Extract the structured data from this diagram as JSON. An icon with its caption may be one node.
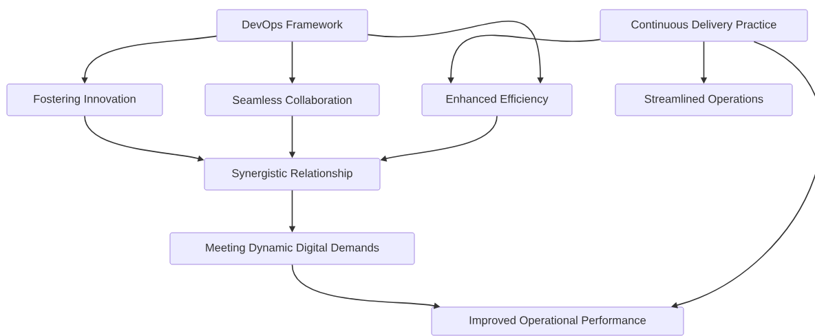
{
  "diagram": {
    "nodes": [
      {
        "text": [
          "DevOps Framework"
        ]
      },
      {
        "text": [
          "Continuous Delivery Practice"
        ]
      },
      {
        "text": [
          "Fostering Innovation"
        ]
      },
      {
        "text": [
          "Seamless Collaboration"
        ]
      },
      {
        "text": [
          "Enhanced Efficiency"
        ]
      },
      {
        "text": [
          "Streamlined Operations"
        ]
      },
      {
        "text": [
          "Synergistic Relationship"
        ]
      },
      {
        "text": [
          "Meeting Dynamic Digital Demands"
        ]
      },
      {
        "text": [
          "Improved Operational Performance"
        ]
      }
    ],
    "edges": [
      {
        "from": 0,
        "to": 2,
        "arrow": "to"
      },
      {
        "from": 0,
        "to": 3,
        "arrow": "to"
      },
      {
        "from": 0,
        "to": 4,
        "arrow": "to"
      },
      {
        "from": 1,
        "to": 4,
        "arrow": "to"
      },
      {
        "from": 1,
        "to": 5,
        "arrow": "to"
      },
      {
        "from": 1,
        "to": 8,
        "arrow": "to"
      },
      {
        "from": 2,
        "to": 6,
        "arrow": "to"
      },
      {
        "from": 3,
        "to": 6,
        "arrow": "to"
      },
      {
        "from": 4,
        "to": 6,
        "arrow": "to"
      },
      {
        "from": 6,
        "to": 7,
        "arrow": "to"
      },
      {
        "from": 7,
        "to": 8,
        "arrow": "to"
      }
    ]
  }
}
